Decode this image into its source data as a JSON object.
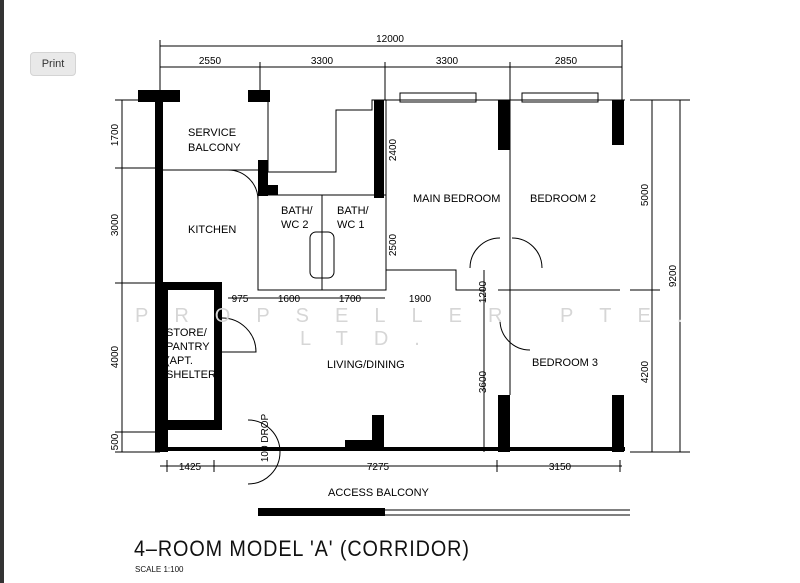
{
  "toolbar": {
    "print_label": "Print"
  },
  "plan": {
    "title": "4–ROOM MODEL 'A' (CORRIDOR)",
    "scale": "SCALE  1:100",
    "watermark": "PROPSELLER PTE. LTD.",
    "watermark_line1": "PROPSELLER PTE.",
    "watermark_line2": "LTD.",
    "rooms": {
      "service_balcony_1": "SERVICE",
      "service_balcony_2": "BALCONY",
      "kitchen": "KITCHEN",
      "bath2_1": "BATH/",
      "bath2_2": "WC 2",
      "bath1_1": "BATH/",
      "bath1_2": "WC 1",
      "main_bedroom": "MAIN BEDROOM",
      "bedroom2": "BEDROOM 2",
      "bedroom3": "BEDROOM 3",
      "store_1": "STORE/",
      "store_2": "PANTRY",
      "store_3": "(APT.",
      "store_4": "SHELTER)",
      "living": "LIVING/DINING",
      "access_balcony": "ACCESS  BALCONY",
      "drop": "100 DROP"
    },
    "dimensions": {
      "total_width": "12000",
      "top": [
        "2550",
        "3300",
        "3300",
        "2850"
      ],
      "left": [
        "1700",
        "3000",
        "4000",
        "500"
      ],
      "right": [
        "5000",
        "4200"
      ],
      "total_depth": "9200",
      "inner_left": [
        "2400",
        "2500"
      ],
      "inner_right": [
        "1200",
        "3600"
      ],
      "middle": [
        "975",
        "1600",
        "1700",
        "1900"
      ],
      "bottom": [
        "1425",
        "7275",
        "3150"
      ]
    }
  }
}
